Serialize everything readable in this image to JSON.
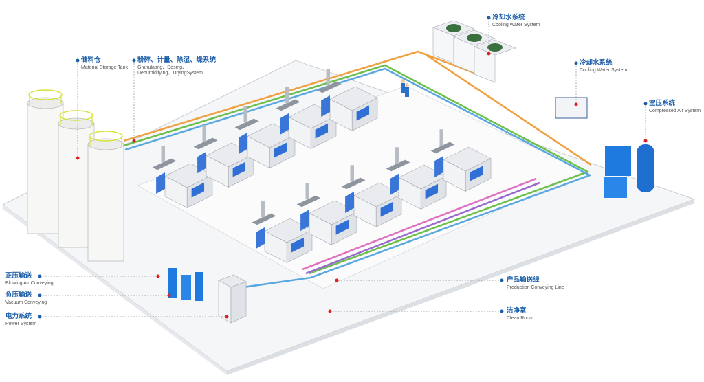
{
  "colors": {
    "label_zh": "#1d5ea8",
    "label_en": "#555555",
    "dot_blue": "#1d5ea8",
    "dot_red": "#e02020",
    "pipe_orange": "#f0a040",
    "pipe_green": "#6cc04a",
    "pipe_blue": "#5aa8e0",
    "pipe_pink": "#e070c0",
    "pipe_purple": "#9a6ad0",
    "machine_blue": "#2f6fd6",
    "machine_body": "#f2f3f5",
    "silo_yellow": "#d8e23a",
    "equipment_blue": "#1f7ae0"
  },
  "labels": {
    "storage": {
      "zh": "储料仓",
      "en": "Material Storage Tank"
    },
    "granulating": {
      "zh": "粉碎、计量、除湿、燥系统",
      "en1": "Granulating、Dosing、",
      "en2": "Dehumidifying、DryingSystem"
    },
    "cooling_top": {
      "zh": "冷却水系统",
      "en": "Cooling Water System"
    },
    "cooling_mid": {
      "zh": "冷却水系统",
      "en": "Cooling Water System"
    },
    "compressed_air": {
      "zh": "空压系统",
      "en": "Compressed Air System"
    },
    "blowing": {
      "zh": "正压输送",
      "en": "Blowing Air Conveying"
    },
    "vacuum": {
      "zh": "负压输送",
      "en": "Vacuum Conveying"
    },
    "power": {
      "zh": "电力系统",
      "en": "Power System"
    },
    "product_line": {
      "zh": "产品输送线",
      "en": "Production Conveying Line"
    },
    "clean_room": {
      "zh": "洁净室",
      "en": "Clean Room"
    }
  },
  "icons": {
    "fan": "fan-icon",
    "silo": "silo-icon",
    "machine": "injection-machine-icon",
    "worker": "worker-icon",
    "tank": "air-tank-icon"
  }
}
